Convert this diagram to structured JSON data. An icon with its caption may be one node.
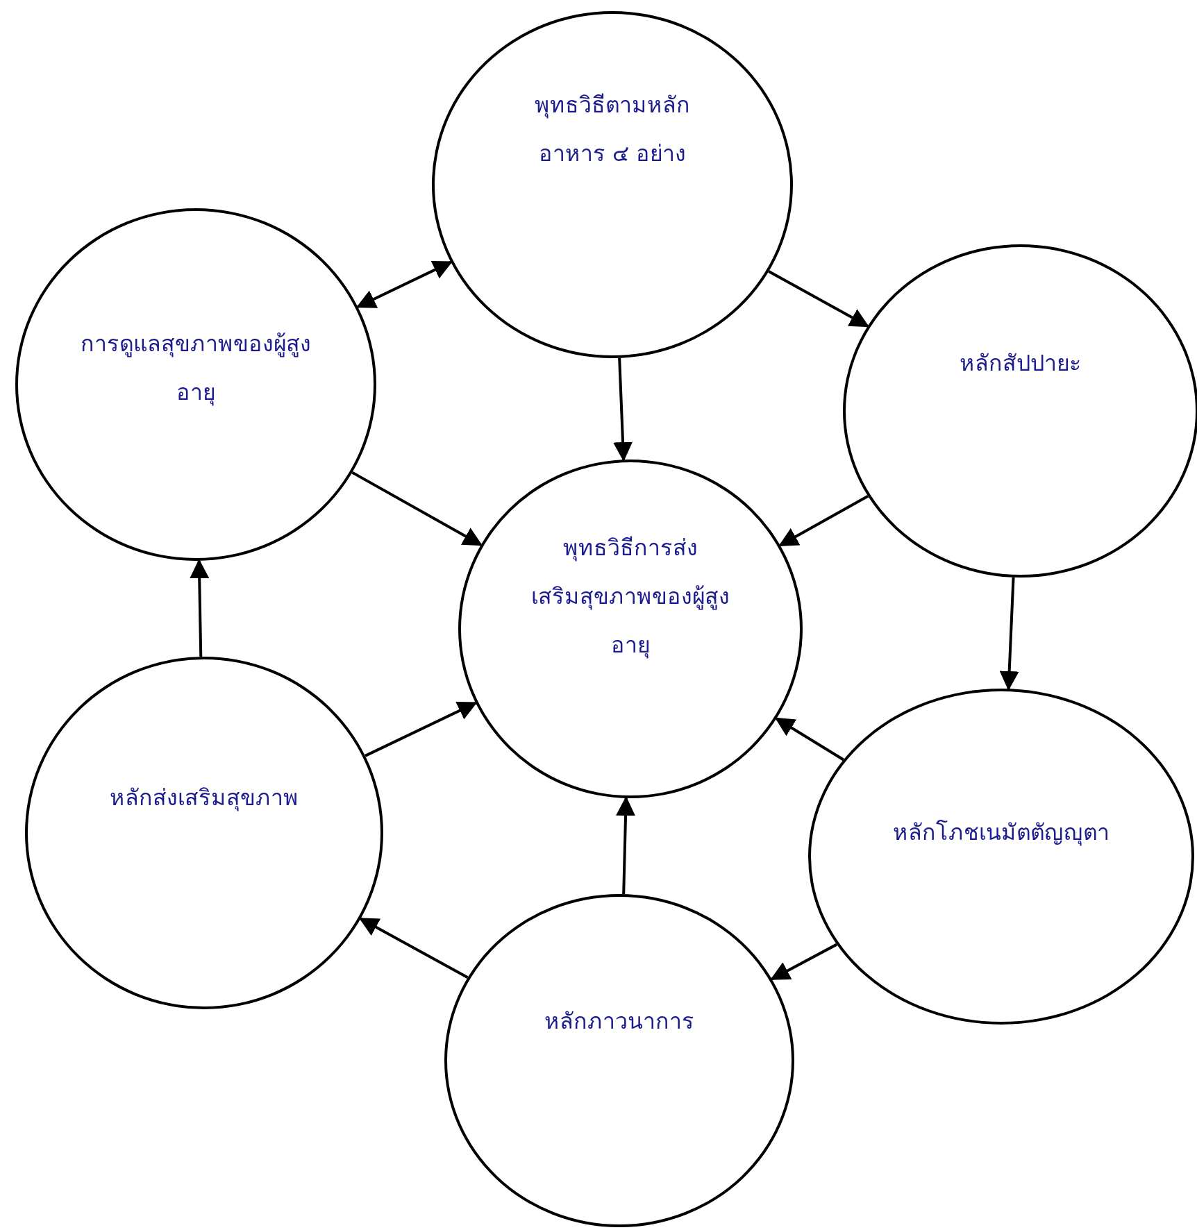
{
  "diagram": {
    "nodes": [
      {
        "text": [
          "พุทธวิธีตามหลักอาหาร ๔ อย่าง"
        ]
      },
      {
        "text": [
          "การดูแลสุขภาพของผู้สูงอายุ"
        ]
      },
      {
        "text": [
          "หลักสัปปายะ"
        ]
      },
      {
        "text": [
          "พุทธวิธีการส่งเสริมสุขภาพของผู้สูงอายุ"
        ]
      },
      {
        "text": [
          "หลักส่งเสริมสุขภาพ"
        ]
      },
      {
        "text": [
          "หลักโภชเนมัตตัญญุตา"
        ]
      },
      {
        "text": [
          "หลักภาวนาการ"
        ]
      }
    ],
    "edges": [
      {
        "from": 0,
        "to": 3,
        "arrow": "to"
      },
      {
        "from": 0,
        "to": 2,
        "arrow": "to"
      },
      {
        "from": 2,
        "to": 3,
        "arrow": "to"
      },
      {
        "from": 2,
        "to": 5,
        "arrow": "to"
      },
      {
        "from": 5,
        "to": 3,
        "arrow": "to"
      },
      {
        "from": 5,
        "to": 6,
        "arrow": "to"
      },
      {
        "from": 6,
        "to": 3,
        "arrow": "to"
      },
      {
        "from": 6,
        "to": 4,
        "arrow": "to"
      },
      {
        "from": 4,
        "to": 3,
        "arrow": "to"
      },
      {
        "from": 4,
        "to": 1,
        "arrow": "to"
      },
      {
        "from": 1,
        "to": 3,
        "arrow": "to"
      },
      {
        "from": 1,
        "to": 0,
        "arrow": "both"
      }
    ]
  }
}
